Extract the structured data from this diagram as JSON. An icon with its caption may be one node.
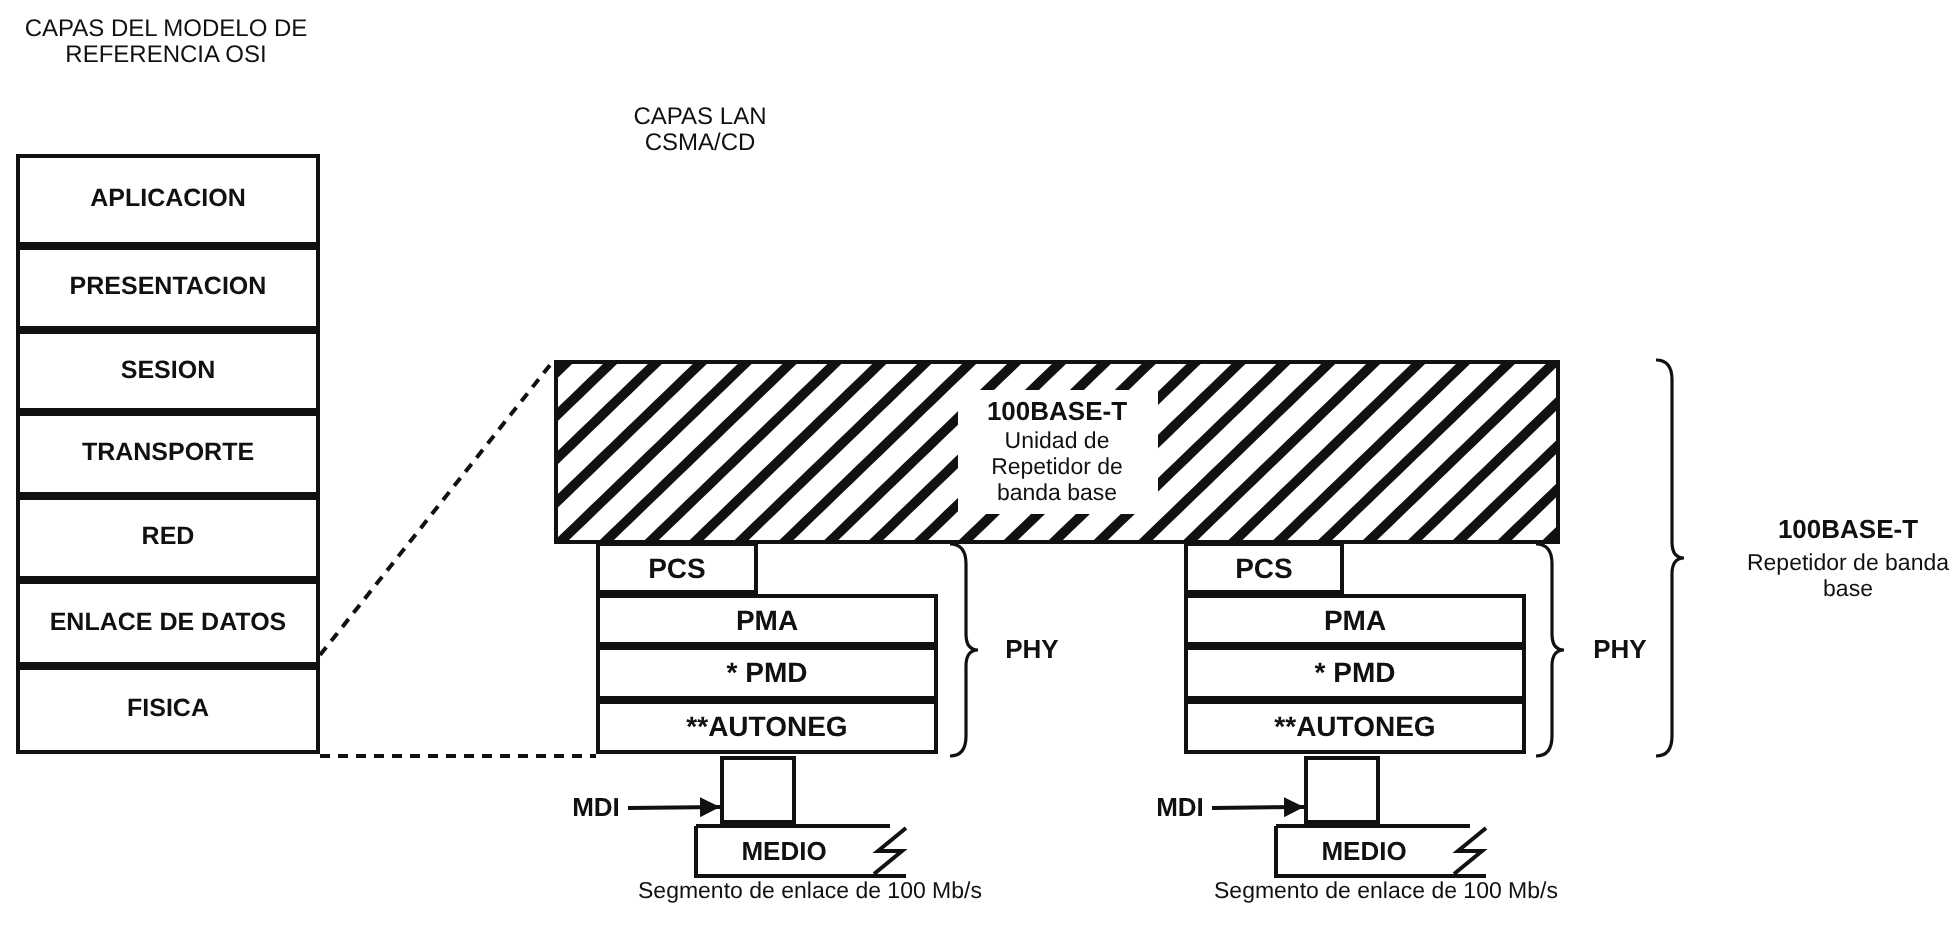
{
  "diagram": {
    "nodes": [
      {
        "text": [
          "APLICACION"
        ]
      },
      {
        "text": [
          "PRESENTACION"
        ]
      },
      {
        "text": [
          "SESION"
        ]
      },
      {
        "text": [
          "TRANSPORTE"
        ]
      },
      {
        "text": [
          "RED"
        ]
      },
      {
        "text": [
          "ENLACE DE DATOS"
        ]
      },
      {
        "text": [
          "FISICA"
        ]
      },
      {
        "text": [
          "100BASE-T",
          "Unidad de Repetidor de banda base"
        ]
      },
      {
        "text": [
          "PCS"
        ]
      },
      {
        "text": [
          "PMA"
        ]
      },
      {
        "text": [
          "* PMD"
        ]
      },
      {
        "text": [
          "**AUTONEG"
        ]
      },
      {
        "text": [
          "MDI"
        ]
      },
      {
        "text": [],
        "shape": "box"
      },
      {
        "text": [
          "MEDIO"
        ],
        "beside": [
          "Segmento de enlace de 100 Mb/s"
        ]
      },
      {
        "text": [
          "PCS"
        ]
      },
      {
        "text": [
          "PMA"
        ]
      },
      {
        "text": [
          "* PMD"
        ]
      },
      {
        "text": [
          "**AUTONEG"
        ]
      },
      {
        "text": [
          "MDI"
        ]
      },
      {
        "text": [],
        "shape": "box"
      },
      {
        "text": [
          "MEDIO"
        ],
        "beside": [
          "Segmento de enlace de 100 Mb/s"
        ]
      }
    ],
    "edges": [
      {
        "from": 5,
        "to": 7,
        "arrow": "none",
        "style": "dashed"
      },
      {
        "from": 6,
        "to": 11,
        "arrow": "none",
        "style": "dashed"
      },
      {
        "from": 12,
        "to": 13,
        "arrow": "to"
      },
      {
        "from": 19,
        "to": 20,
        "arrow": "to"
      }
    ],
    "labels": [
      "CAPAS DEL MODELO DE REFERENCIA OSI",
      "CAPAS LAN CSMA/CD",
      "PHY",
      "PHY",
      "100BASE-T",
      "Repetidor de banda base"
    ]
  }
}
